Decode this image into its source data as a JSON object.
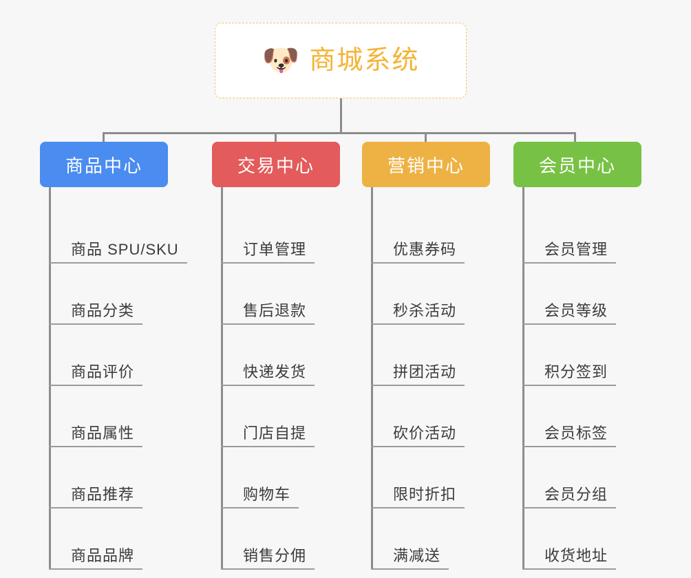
{
  "root": {
    "icon": "dog-face-emoji",
    "icon_glyph": "🐶",
    "title": "商城系统",
    "border_color": "#f0c46a",
    "text_color": "#f5b335",
    "background": "#ffffff"
  },
  "canvas": {
    "background": "#f7f7f7",
    "connector_color": "#8c8c8c",
    "leaf_line_color": "#9b9b9b",
    "leaf_text_color": "#3b3b3b"
  },
  "columns": [
    {
      "id": "product-center",
      "label": "商品中心",
      "color": "#4a8cf0",
      "items": [
        "商品 SPU/SKU",
        "商品分类",
        "商品评价",
        "商品属性",
        "商品推荐",
        "商品品牌"
      ]
    },
    {
      "id": "trade-center",
      "label": "交易中心",
      "color": "#e35b5b",
      "items": [
        "订单管理",
        "售后退款",
        "快递发货",
        "门店自提",
        "购物车",
        "销售分佣"
      ]
    },
    {
      "id": "marketing-center",
      "label": "营销中心",
      "color": "#eeb244",
      "items": [
        "优惠券码",
        "秒杀活动",
        "拼团活动",
        "砍价活动",
        "限时折扣",
        "满减送"
      ]
    },
    {
      "id": "member-center",
      "label": "会员中心",
      "color": "#77c244",
      "items": [
        "会员管理",
        "会员等级",
        "积分签到",
        "会员标签",
        "会员分组",
        "收货地址"
      ]
    }
  ]
}
